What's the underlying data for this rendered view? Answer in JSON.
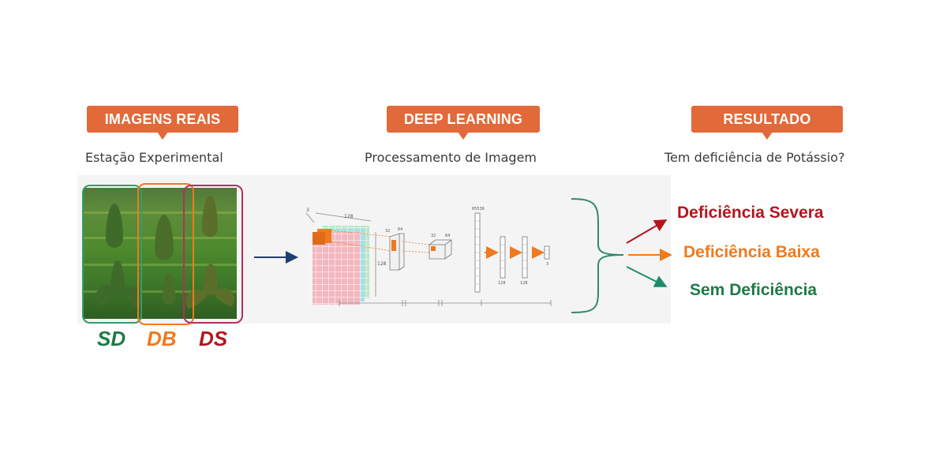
{
  "sections": {
    "input": {
      "badge": "IMAGENS REAIS",
      "subtitle": "Estação Experimental"
    },
    "model": {
      "badge": "DEEP LEARNING",
      "subtitle": "Processamento de Imagem"
    },
    "output": {
      "badge": "RESULTADO",
      "subtitle": "Tem deficiência de Potássio?"
    }
  },
  "photo_classes": [
    {
      "code": "SD",
      "color": "#1f7a46"
    },
    {
      "code": "DB",
      "color": "#ef7a1f"
    },
    {
      "code": "DS",
      "color": "#b3151e"
    }
  ],
  "network_labels": {
    "input_width": "128",
    "input_height": "128",
    "input_depth": "3",
    "conv1_size": "64",
    "conv1_depth": "32",
    "conv2_size": "32",
    "conv2_depth": "64",
    "flat": "65536",
    "dense1": "128",
    "dense2": "128",
    "final": "3"
  },
  "results": [
    {
      "text": "Deficiência Severa",
      "color": "#b3151e"
    },
    {
      "text": "Deficiência Baixa",
      "color": "#ef7a1f"
    },
    {
      "text": "Sem Deficiência",
      "color": "#1f7a46"
    }
  ],
  "colors": {
    "badge": "#e2693a",
    "arrow": "#1f3f6e",
    "brace": "#2f8a6a"
  }
}
